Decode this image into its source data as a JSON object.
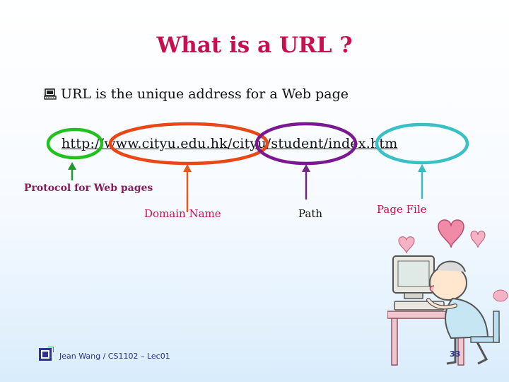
{
  "slide": {
    "title": "What is a URL ?",
    "bullet": "URL is the unique address for a Web page",
    "bullet_icon": "computer-icon",
    "url": "http://www.cityu.edu.hk/cityu/student/index.htm",
    "labels": {
      "protocol": "Protocol for Web pages",
      "domain": "Domain Name",
      "path": "Path",
      "page_file": "Page File"
    },
    "footer": "Jean Wang / CS1102 – Lec01",
    "page_number": "33",
    "colors": {
      "title": "#c8104e",
      "protocol": "#22c21e",
      "domain": "#ea4716",
      "path": "#7a1891",
      "page_file": "#37c1c6",
      "arrow_protocol": "#1f9a2c",
      "arrow_domain": "#e7581f",
      "arrow_path": "#6f2a80",
      "arrow_page": "#3fb8c5"
    }
  }
}
